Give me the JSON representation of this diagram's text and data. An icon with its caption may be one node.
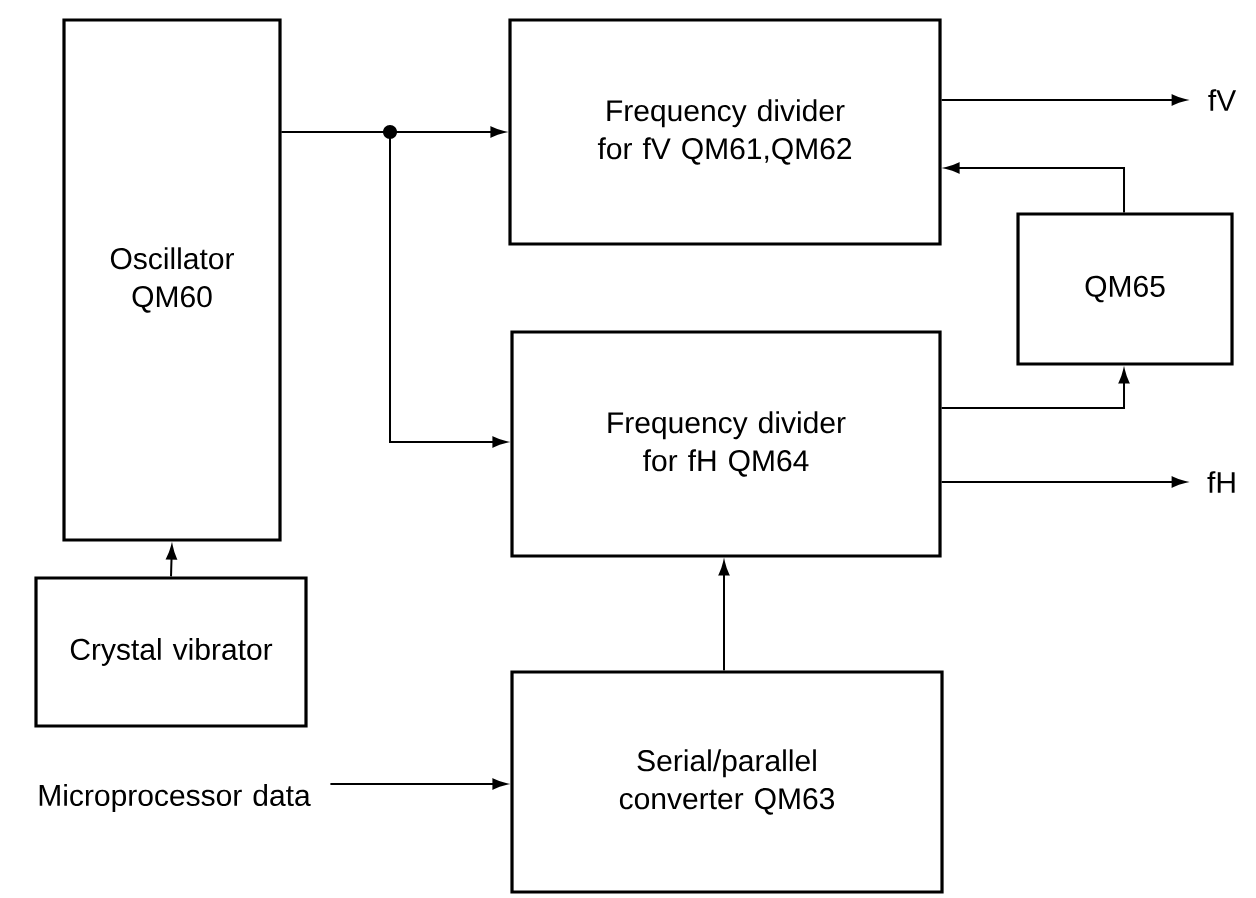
{
  "diagram": {
    "nodes": [
      {
        "text": [
          "Oscillator QM60"
        ]
      },
      {
        "text": [
          "Frequency divider for fV QM61,QM62"
        ]
      },
      {
        "text": [
          "QM65"
        ]
      },
      {
        "text": [
          "Frequency divider for fH QM64"
        ]
      },
      {
        "text": [
          "Crystal vibrator"
        ]
      },
      {
        "text": [
          "Serial/parallel converter QM63"
        ]
      },
      {
        "text": [
          "Microprocessor data"
        ]
      },
      {
        "text": [
          "fV"
        ]
      },
      {
        "text": [
          "fH"
        ]
      }
    ],
    "edges": [
      {
        "from": 0,
        "to": 1,
        "arrow": "to"
      },
      {
        "from": 0,
        "to": 3,
        "arrow": "to"
      },
      {
        "from": 1,
        "to": 7,
        "arrow": "to"
      },
      {
        "from": 2,
        "to": 1,
        "arrow": "to"
      },
      {
        "from": 3,
        "to": 2,
        "arrow": "to"
      },
      {
        "from": 3,
        "to": 8,
        "arrow": "to"
      },
      {
        "from": 4,
        "to": 0,
        "arrow": "to"
      },
      {
        "from": 5,
        "to": 3,
        "arrow": "to"
      },
      {
        "from": 6,
        "to": 5,
        "arrow": "to"
      }
    ]
  }
}
